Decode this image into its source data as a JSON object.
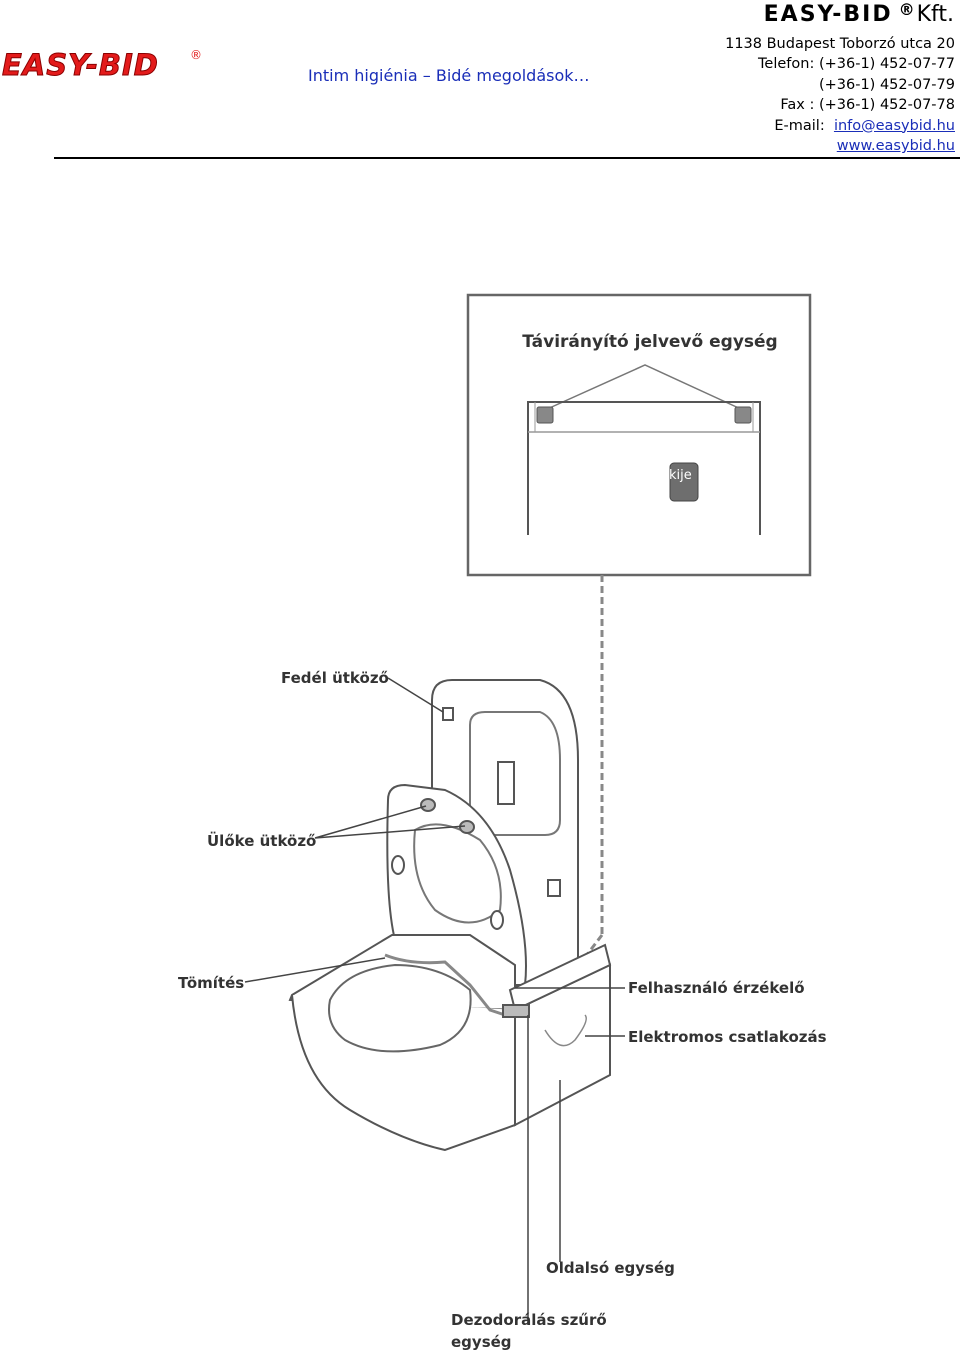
{
  "header": {
    "logo_text": "EASY-BID",
    "logo_reg": "®",
    "tagline": "Intim higiénia – Bidé megoldások…",
    "company_name": "EASY-BID",
    "company_reg": "®",
    "company_suffix": "Kft.",
    "address": "1138 Budapest Toborzó utca 20",
    "phone_label": "Telefon:",
    "phone_1": "(+36-1) 452-07-77",
    "phone_2": "(+36-1) 452-07-79",
    "fax_label": "Fax :",
    "fax": "(+36-1) 452-07-78",
    "email_label": "E-mail:",
    "email": "info@easybid.hu",
    "website": "www.easybid.hu"
  },
  "diagram": {
    "inset_title": "Távirányító jelvevő egység",
    "button_text": "kije",
    "labels": {
      "lid_stopper": "Fedél ütköző",
      "seat_stopper": "Ülőke ütköző",
      "seal": "Tömítés",
      "user_sensor": "Felhasználó érzékelő",
      "electrical": "Elektromos csatlakozás",
      "side_unit": "Oldalsó egység",
      "deodor_1": "Dezodorálás szűrő",
      "deodor_2": "egység"
    }
  }
}
